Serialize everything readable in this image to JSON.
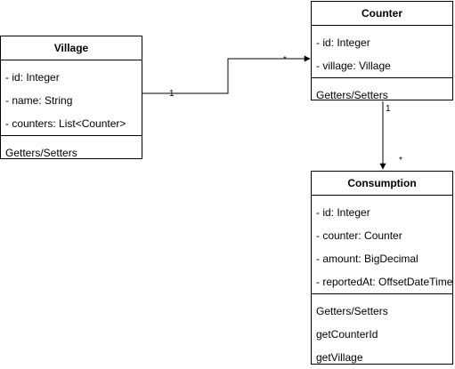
{
  "classes": {
    "village": {
      "name": "Village",
      "attributes": [
        "- id: Integer",
        "- name: String",
        "- counters: List<Counter>"
      ],
      "methods": [
        "Getters/Setters"
      ]
    },
    "counter": {
      "name": "Counter",
      "attributes": [
        "- id: Integer",
        "- village: Village"
      ],
      "methods": [
        "Getters/Setters"
      ]
    },
    "consumption": {
      "name": "Consumption",
      "attributes": [
        "- id: Integer",
        "- counter: Counter",
        "- amount: BigDecimal",
        "- reportedAt: OffsetDateTime"
      ],
      "methods": [
        "Getters/Setters",
        "getCounterId",
        "getVillage"
      ]
    }
  },
  "associations": {
    "village_counter": {
      "source_multiplicity": "1",
      "target_multiplicity": "*"
    },
    "counter_consumption": {
      "source_multiplicity": "1",
      "target_multiplicity": "*"
    }
  }
}
